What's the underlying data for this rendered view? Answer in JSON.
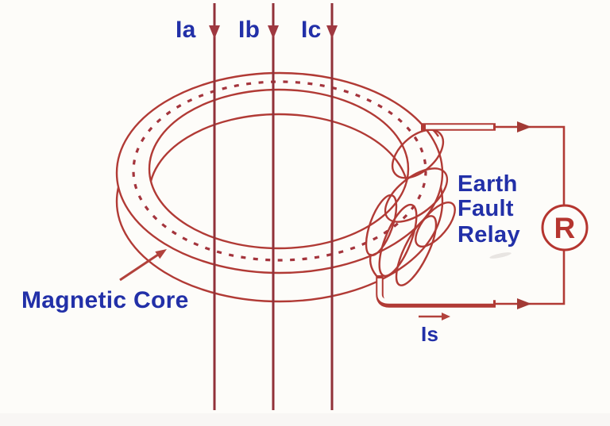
{
  "diagram": {
    "colors": {
      "background": "#fdfcf9",
      "core_red": "#b13a35",
      "dash_red": "#a4343c",
      "conductor_red": "#913139",
      "label_blue": "#2230a8",
      "relay_red": "#b5352f"
    },
    "phase_labels": [
      {
        "label": "Ia"
      },
      {
        "label": "Ib"
      },
      {
        "label": "Ic"
      }
    ],
    "labels": {
      "magnetic_core": "Magnetic Core",
      "earth_fault_relay_line1": "Earth",
      "earth_fault_relay_line2": "Fault",
      "earth_fault_relay_line3": "Relay",
      "secondary_current": "Is",
      "relay_symbol": "R"
    }
  }
}
